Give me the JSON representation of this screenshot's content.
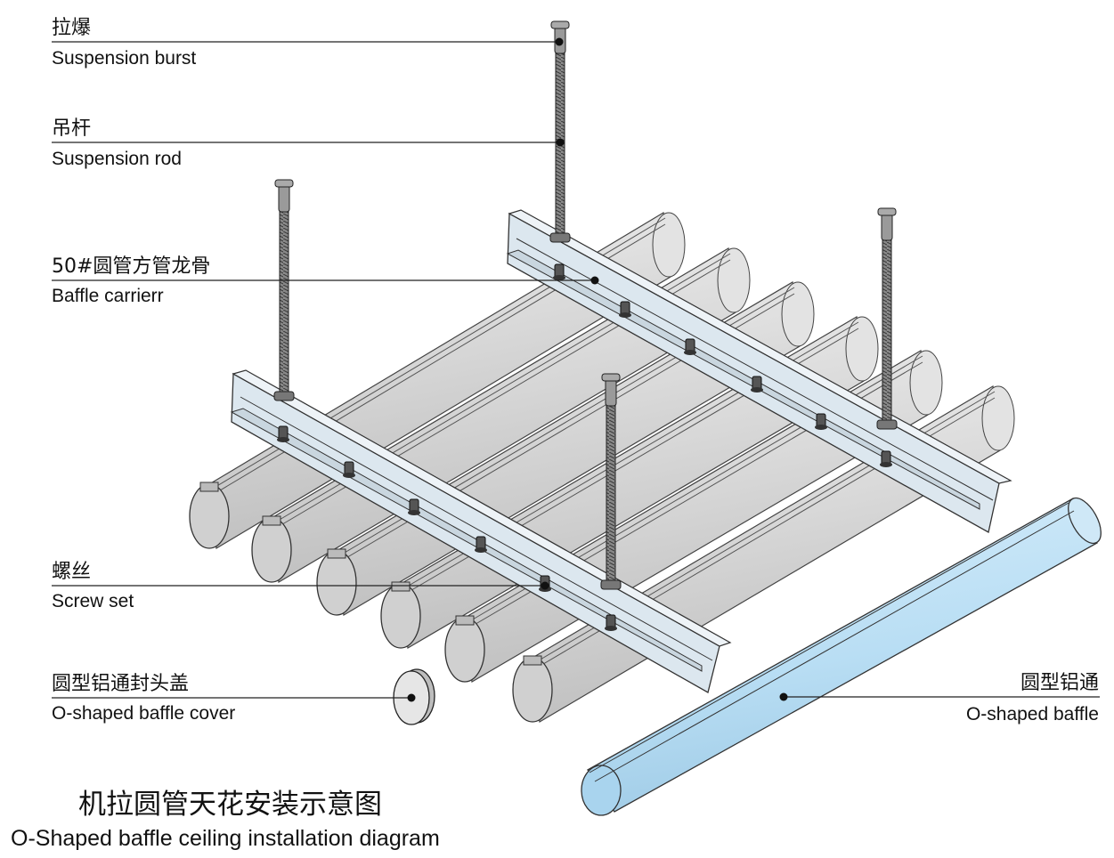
{
  "labels": {
    "suspension_burst": {
      "cn": "拉爆",
      "en": "Suspension burst"
    },
    "suspension_rod": {
      "cn": "吊杆",
      "en": "Suspension rod"
    },
    "baffle_carrier": {
      "cn": "50#圆管方管龙骨",
      "en": "Baffle carrierr"
    },
    "screw_set": {
      "cn": "螺丝",
      "en": "Screw set"
    },
    "baffle_cover": {
      "cn": "圆型铝通封头盖",
      "en": "O-shaped baffle cover"
    },
    "baffle": {
      "cn": "圆型铝通",
      "en": "O-shaped baffle"
    }
  },
  "title": {
    "cn": "机拉圆管天花安装示意图",
    "en": "O-Shaped baffle ceiling installation diagram"
  },
  "colors": {
    "tube_gray": "#d9d9d9",
    "tube_edge": "#555555",
    "carrier_fill": "#dde8f0",
    "baffle_blue": "#bde0f5",
    "rod": "#8a8a8a"
  }
}
